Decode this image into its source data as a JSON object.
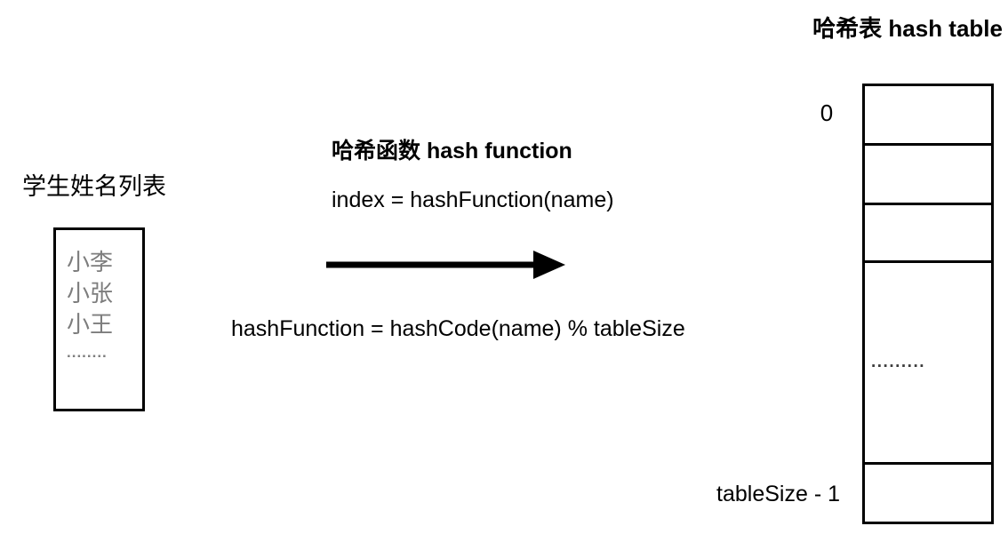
{
  "diagram": {
    "title": "哈希表 hash table",
    "student_list": {
      "label": "学生姓名列表",
      "names": [
        "小李",
        "小张",
        "小王"
      ],
      "ellipsis": "........"
    },
    "hash_function": {
      "heading": "哈希函数 hash function",
      "index_formula": "index = hashFunction(name)",
      "definition_formula": "hashFunction = hashCode(name) % tableSize"
    },
    "hash_table": {
      "first_index_label": "0",
      "last_index_label": "tableSize - 1",
      "cells": [
        "",
        "",
        "",
        ".........",
        ""
      ]
    },
    "arrow": {
      "direction": "right",
      "color": "#000000"
    }
  },
  "colors": {
    "background": "#ffffff",
    "text": "#000000",
    "muted_text": "#7d7d7d",
    "border": "#000000"
  }
}
